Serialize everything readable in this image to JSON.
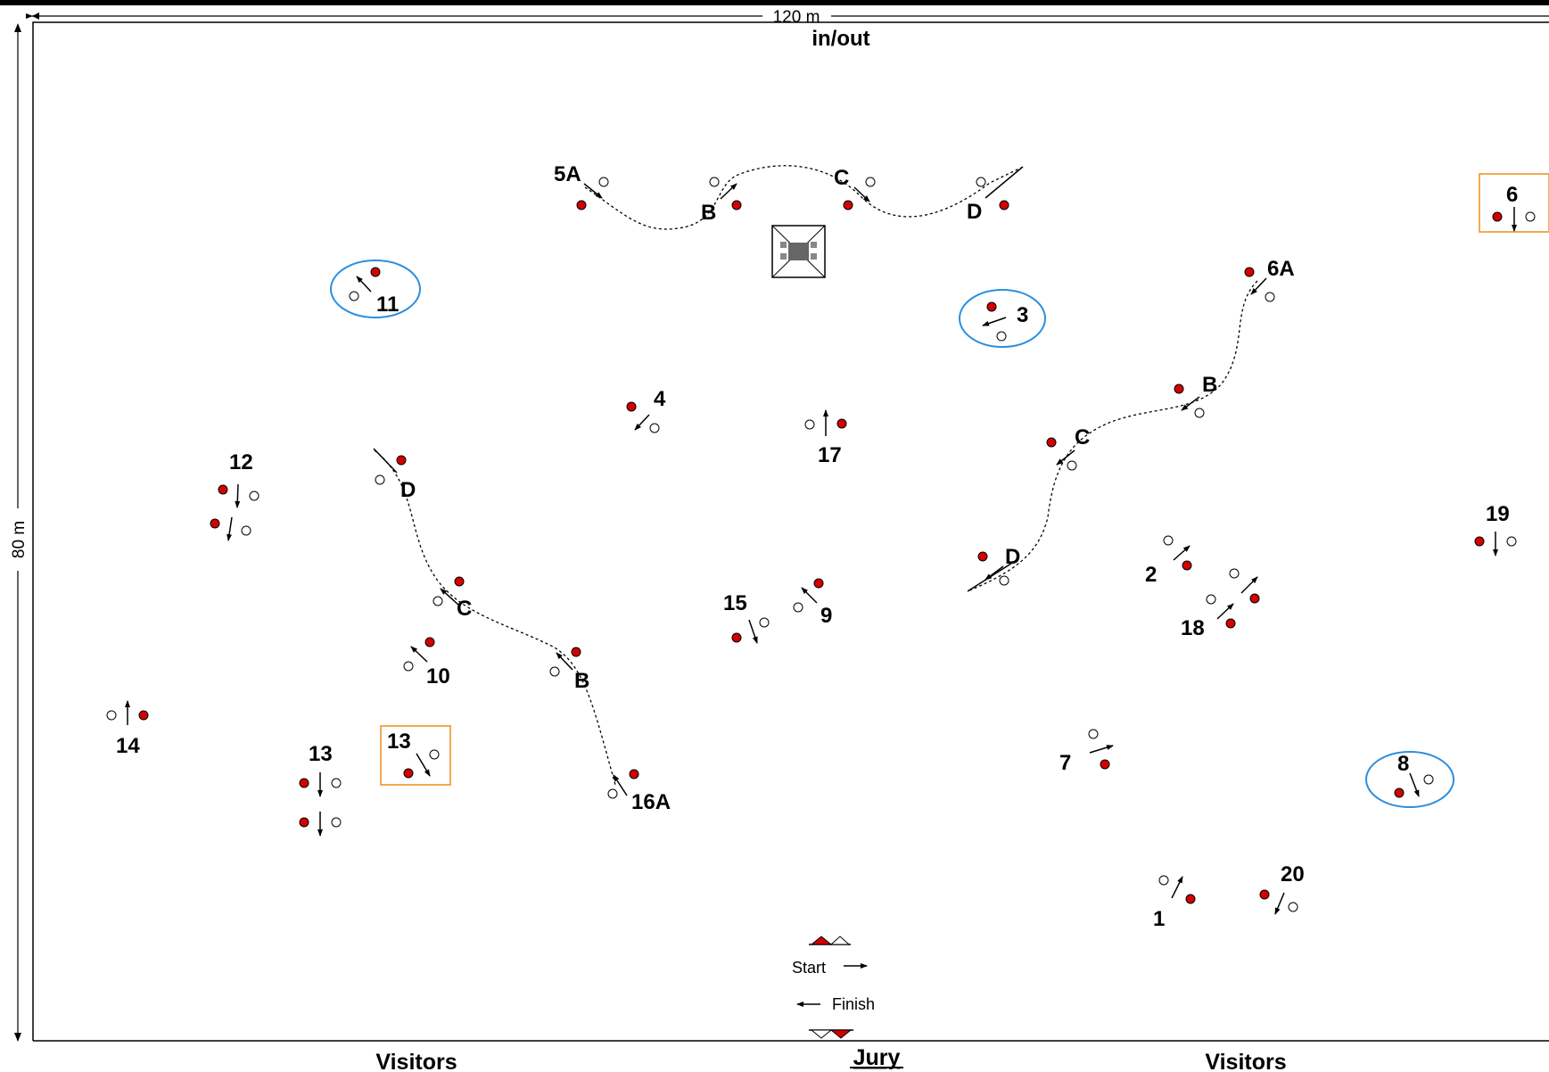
{
  "arena": {
    "width_label": "120 m",
    "height_label": "80 m",
    "entrance_label": "in/out",
    "jury_label": "Jury",
    "visitors_left": "Visitors",
    "visitors_right": "Visitors",
    "start_label": "Start",
    "finish_label": "Finish"
  },
  "colors": {
    "red_standard": "#d40000",
    "white_standard": "#ffffff",
    "water_jump_ring": "#2b8fe0",
    "optional_box": "#f0a040",
    "line": "#000000"
  },
  "obstacles": [
    {
      "number": "1"
    },
    {
      "number": "2"
    },
    {
      "number": "3",
      "style": "ring"
    },
    {
      "number": "4"
    },
    {
      "number": "5A"
    },
    {
      "number": "6",
      "style": "box"
    },
    {
      "number": "6A"
    },
    {
      "number": "7"
    },
    {
      "number": "8",
      "style": "ring"
    },
    {
      "number": "9"
    },
    {
      "number": "10"
    },
    {
      "number": "11",
      "style": "ring"
    },
    {
      "number": "12"
    },
    {
      "number": "13"
    },
    {
      "number": "13",
      "style": "box"
    },
    {
      "number": "14"
    },
    {
      "number": "15"
    },
    {
      "number": "16A"
    },
    {
      "number": "17"
    },
    {
      "number": "18"
    },
    {
      "number": "19"
    },
    {
      "number": "20"
    }
  ],
  "combination_letters": [
    "B",
    "C",
    "D"
  ]
}
